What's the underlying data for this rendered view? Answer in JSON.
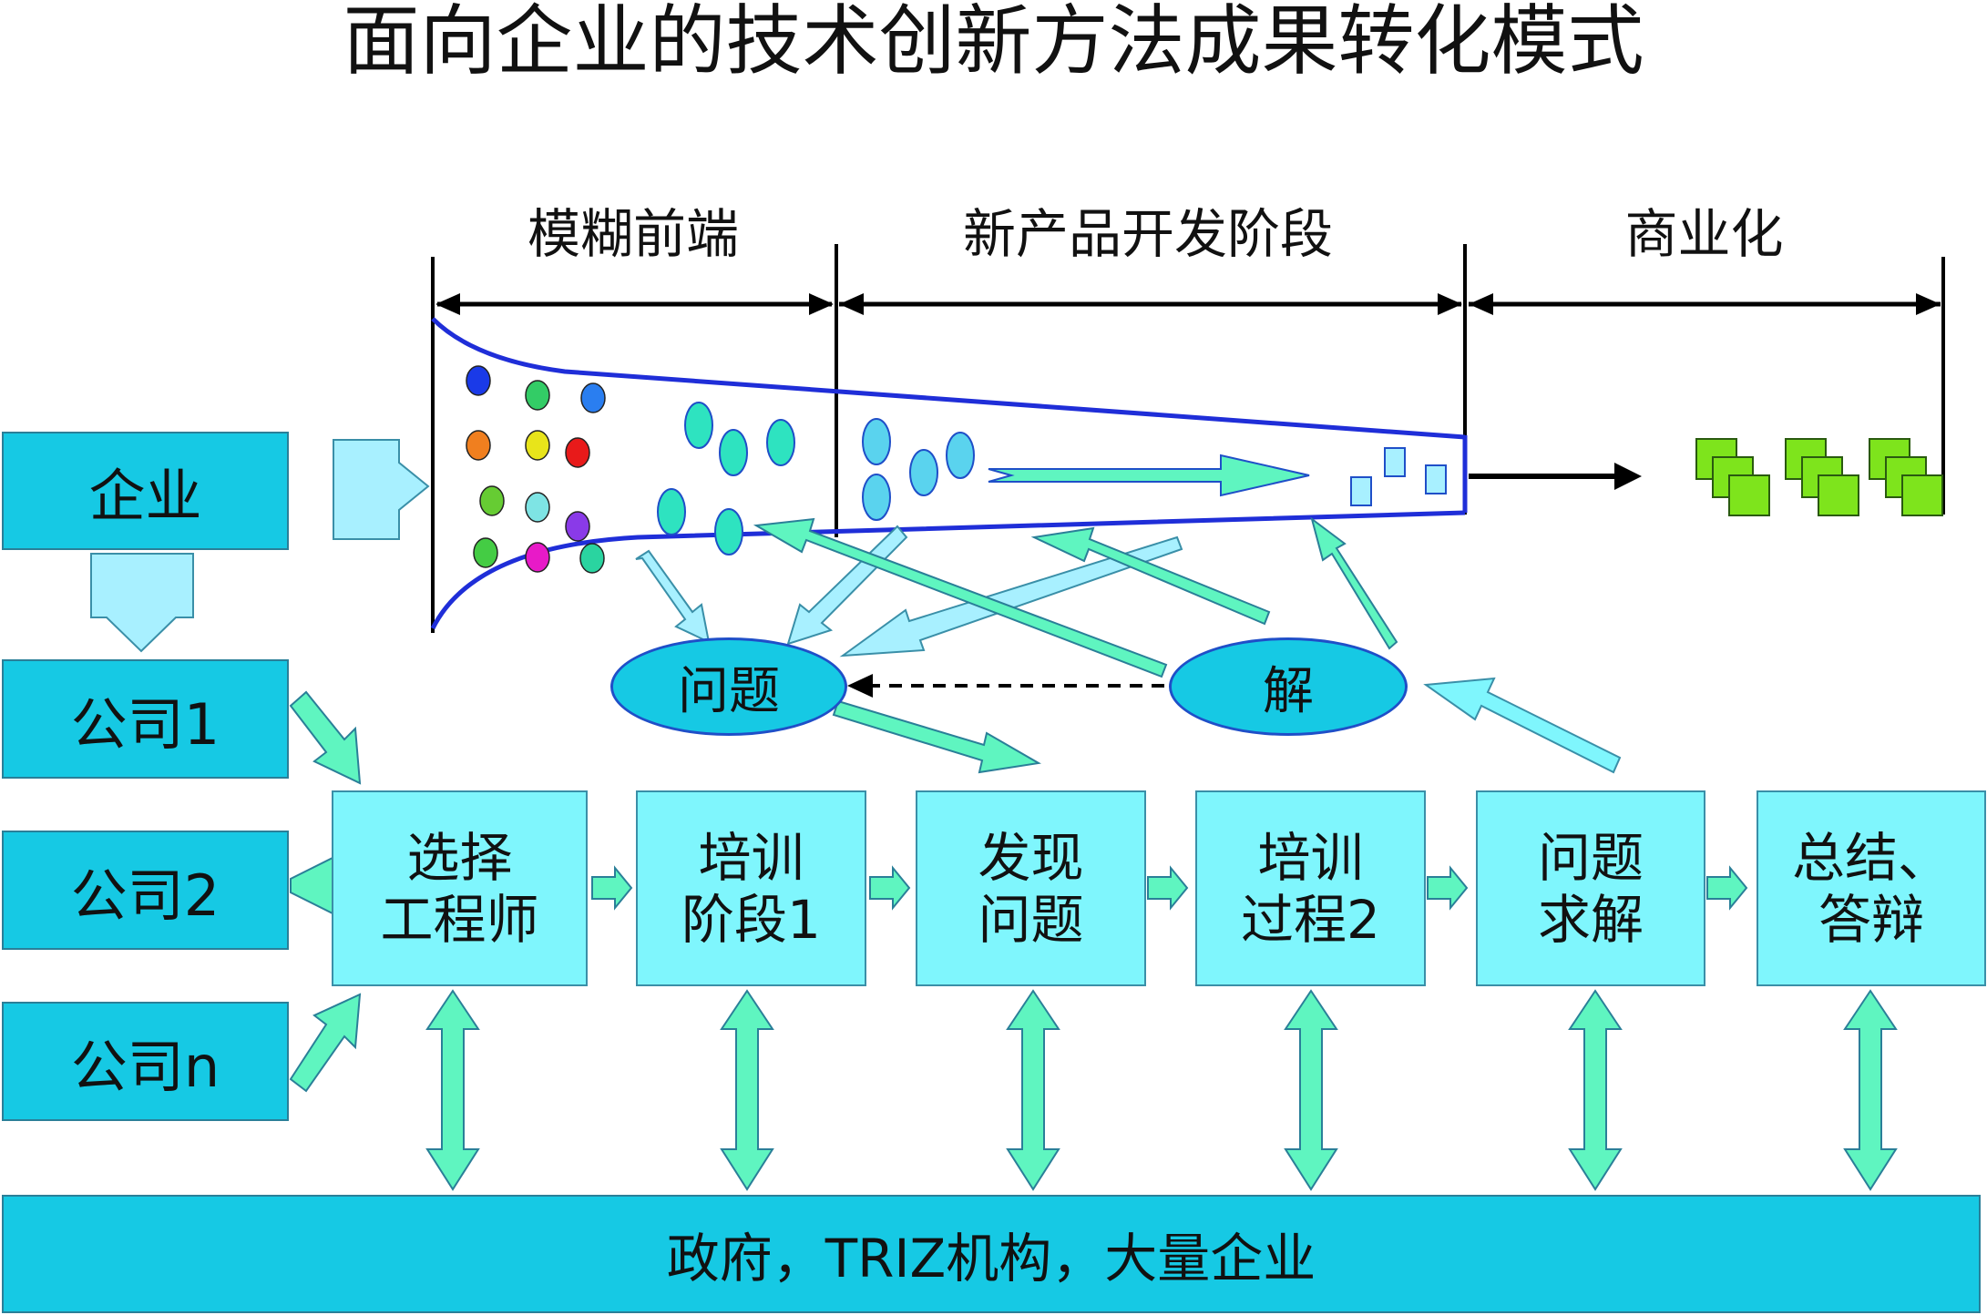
{
  "title": "面向企业的技术创新方法成果转化模式",
  "phases": {
    "fuzzy_front_end": "模糊前端",
    "new_product_development": "新产品开发阶段",
    "commercialization": "商业化"
  },
  "entities": {
    "enterprise": "企业",
    "company_1": "公司1",
    "company_2": "公司2",
    "company_n": "公司n"
  },
  "steps": [
    {
      "line1": "选择",
      "line2": "工程师"
    },
    {
      "line1": "培训",
      "line2": "阶段1"
    },
    {
      "line1": "发现",
      "line2": "问题"
    },
    {
      "line1": "培训",
      "line2": "过程2"
    },
    {
      "line1": "问题",
      "line2": "求解"
    },
    {
      "line1": "总结、",
      "line2": "答辩"
    }
  ],
  "problem_label": "问题",
  "solution_label": "解",
  "support_bar": "政府，TRIZ机构，大量企业",
  "colors": {
    "dark_box": "#16c9e4",
    "light_box": "#7ff6fd",
    "arrow_fill": "#5ff5c0",
    "funnel_line": "#1f2ed8",
    "product_green": "#7ee41c"
  }
}
